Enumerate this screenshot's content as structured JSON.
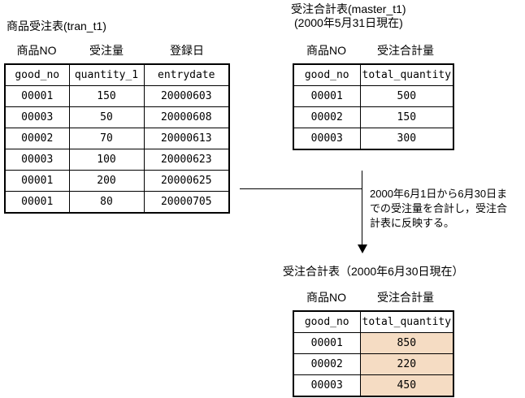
{
  "page": {
    "background": "#FFFFFF",
    "line_color": "#000000"
  },
  "tran": {
    "title": "商品受注表(tran_t1)",
    "column_labels": [
      "商品NO",
      "受注量",
      "登録日"
    ],
    "headers": [
      "good_no",
      "quantity_1",
      "entrydate"
    ],
    "rows": [
      [
        "00001",
        "150",
        "20000603"
      ],
      [
        "00003",
        "50",
        "20000608"
      ],
      [
        "00002",
        "70",
        "20000613"
      ],
      [
        "00003",
        "100",
        "20000623"
      ],
      [
        "00001",
        "200",
        "20000625"
      ],
      [
        "00001",
        "80",
        "20000705"
      ]
    ]
  },
  "master_before": {
    "title_line1": "受注合計表(master_t1)",
    "title_line2": "(2000年5月31日現在)",
    "column_labels": [
      "商品NO",
      "受注合計量"
    ],
    "headers": [
      "good_no",
      "total_quantity"
    ],
    "rows": [
      [
        "00001",
        "500"
      ],
      [
        "00002",
        "150"
      ],
      [
        "00003",
        "300"
      ]
    ]
  },
  "flow": {
    "annotation": "2000年6月1日から6月30日ま\nでの受注量を合計し，受注合\n計表に反映する。"
  },
  "master_after": {
    "title": "受注合計表（2000年6月30日現在）",
    "column_labels": [
      "商品NO",
      "受注合計量"
    ],
    "headers": [
      "good_no",
      "total_quantity"
    ],
    "rows": [
      [
        "00001",
        "850"
      ],
      [
        "00002",
        "220"
      ],
      [
        "00003",
        "450"
      ]
    ],
    "highlight_color": "#F5DCC3"
  }
}
